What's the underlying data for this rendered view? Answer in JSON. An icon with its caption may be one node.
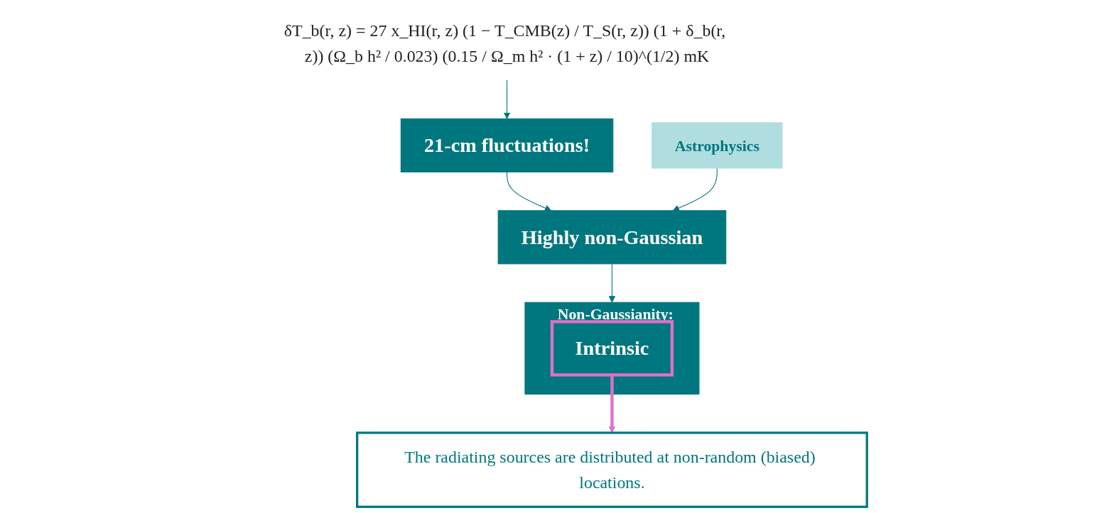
{
  "diagram": {
    "nodes": [
      {
        "text": [
          "δT_b(r, z) = 27 x_HI(r, z) (1 − T_CMB(z) / T_S(r, z)) (1 + δ_b(r, z)) (Ω_b h² / 0.023) (0.15 / Ω_m h² · (1 + z) / 10)^(1/2) mK"
        ]
      },
      {
        "text": [
          "Astrophysics"
        ]
      },
      {
        "text": [
          "21-cm fluctuations!"
        ]
      },
      {
        "text": [
          "Highly non-Gaussian"
        ]
      },
      {
        "text": [
          "Non-Gaussianity:"
        ]
      },
      {
        "text": [
          "Intrinsic"
        ],
        "in": 4
      },
      {
        "text": [
          "The radiating sources are distributed at non-random (biased) locations."
        ]
      }
    ],
    "edges": [
      {
        "from": 0,
        "to": 2,
        "arrow": "to"
      },
      {
        "from": 2,
        "to": 3,
        "arrow": "to"
      },
      {
        "from": 1,
        "to": 3,
        "arrow": "to"
      },
      {
        "from": 3,
        "to": 4,
        "arrow": "to"
      },
      {
        "from": 5,
        "to": 6,
        "arrow": "to",
        "style": "thick",
        "color": "#e070c8"
      }
    ]
  }
}
